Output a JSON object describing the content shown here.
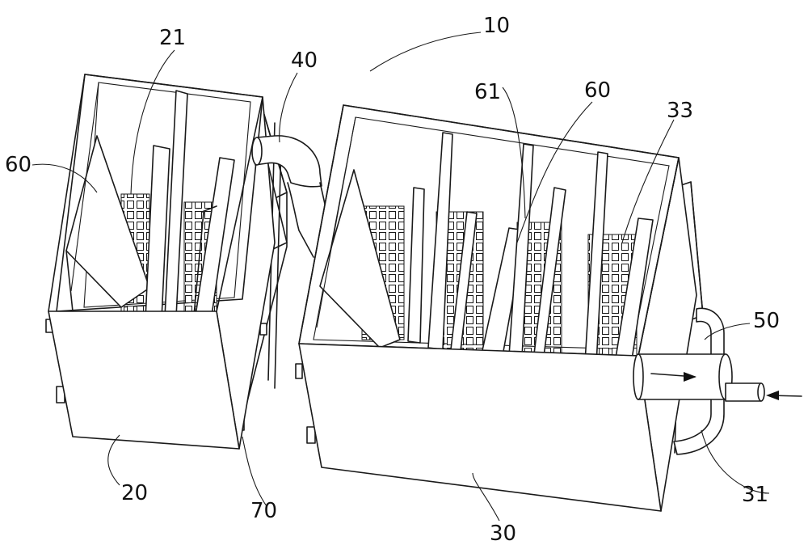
{
  "labels": {
    "l10": "10",
    "l21": "21",
    "l40": "40",
    "l60a": "60",
    "l61": "61",
    "l60b": "60",
    "l33": "33",
    "l50": "50",
    "l31": "31",
    "l20": "20",
    "l70": "70",
    "l30": "30"
  }
}
